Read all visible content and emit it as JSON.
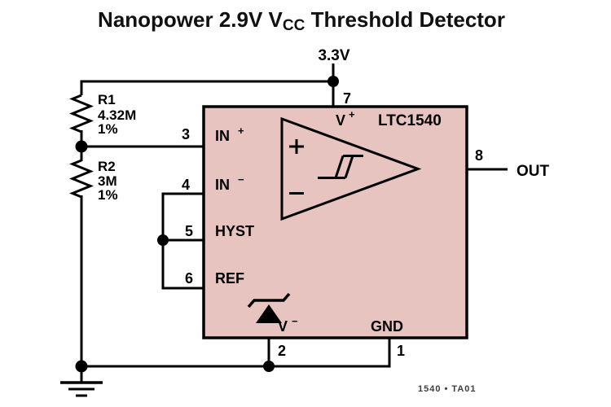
{
  "title": {
    "prefix": "Nanopower 2.9V V",
    "subscript": "CC",
    "suffix": " Threshold Detector"
  },
  "colors": {
    "chip_fill": "#e8c4c0",
    "wire": "#000000",
    "figure_tag_color": "#3d3d3d"
  },
  "supply": {
    "label": "3.3V"
  },
  "chip": {
    "name": "LTC1540",
    "pins": {
      "p7": {
        "num": "7",
        "base": "V",
        "sign": "+"
      },
      "p3": {
        "num": "3",
        "base": "IN",
        "sign": "+"
      },
      "p4": {
        "num": "4",
        "base": "IN",
        "sign": "−"
      },
      "p5": {
        "num": "5",
        "label": "HYST"
      },
      "p6": {
        "num": "6",
        "label": "REF"
      },
      "p2": {
        "num": "2",
        "base": "V",
        "sign": "−"
      },
      "p1": {
        "num": "1",
        "label": "GND"
      },
      "p8": {
        "num": "8"
      }
    },
    "comparator": {
      "plus": "+",
      "minus": "−"
    }
  },
  "resistors": {
    "r1": {
      "ref": "R1",
      "value": "4.32M",
      "tolerance": "1%"
    },
    "r2": {
      "ref": "R2",
      "value": "3M",
      "tolerance": "1%"
    }
  },
  "output": {
    "label": "OUT"
  },
  "figure_tag": "1540 • TA01"
}
